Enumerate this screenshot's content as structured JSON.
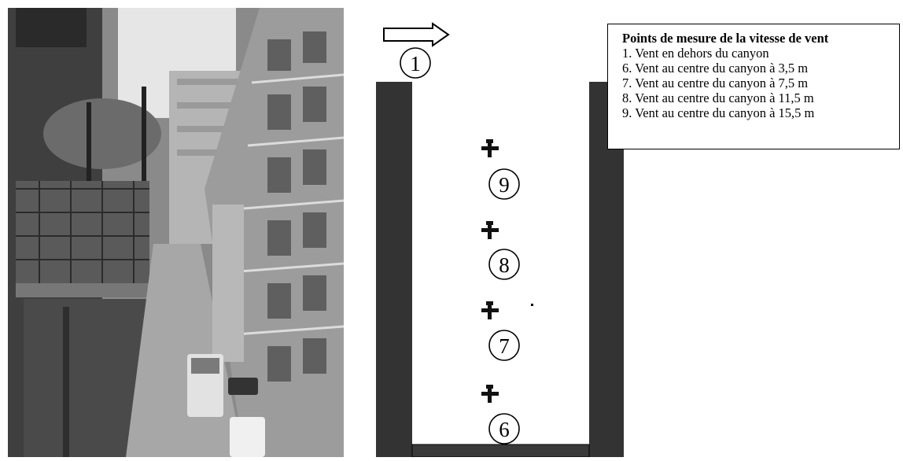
{
  "legend": {
    "title": "Points de mesure de la vitesse de vent",
    "items": [
      "1. Vent en dehors du canyon",
      "6. Vent au centre du canyon à 3,5 m",
      "7. Vent au centre du canyon à 7,5 m",
      "8. Vent au centre du canyon à 11,5 m",
      "9. Vent au centre du canyon à 15,5 m"
    ]
  },
  "points": {
    "p1": "1",
    "p9": "9",
    "p8": "8",
    "p7": "7",
    "p6": "6"
  },
  "colors": {
    "wall": "#333333",
    "floor": "#3a3a3a",
    "photo": "#8a8a8a"
  }
}
